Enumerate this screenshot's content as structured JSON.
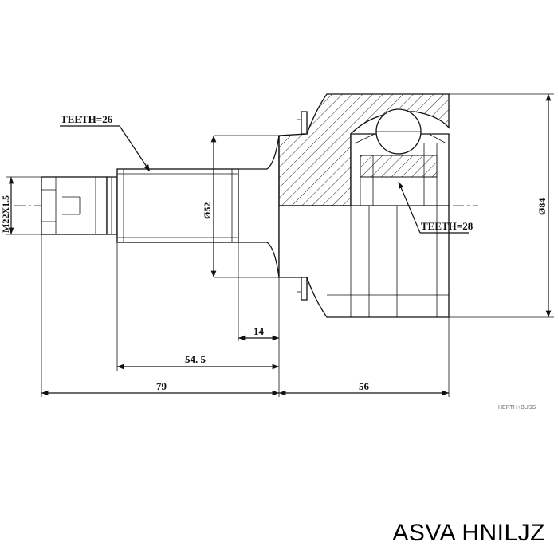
{
  "labels": {
    "teeth_outer": "TEETH=26",
    "teeth_inner": "TEETH=28",
    "thread": "M22X1.5",
    "dia_shaft": "Ø52",
    "dia_body": "Ø84",
    "len_14": "14",
    "len_54_5": "54. 5",
    "len_79": "79",
    "len_56": "56",
    "brand": "HERTH+BUSS"
  },
  "caption": "ASVA HNILJZ"
}
